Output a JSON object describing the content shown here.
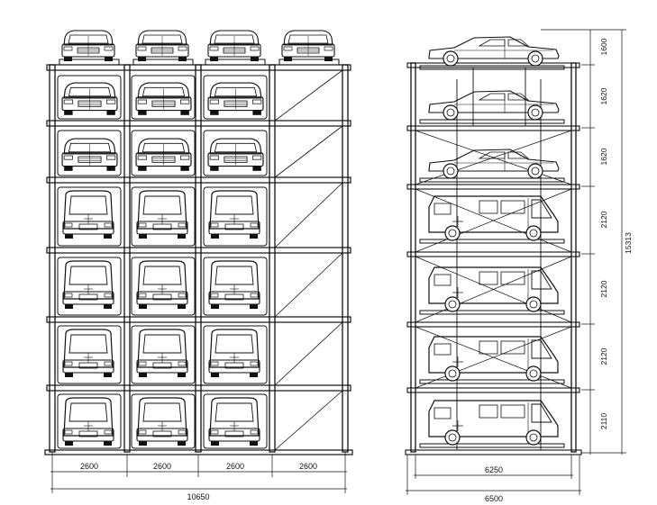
{
  "front_view": {
    "bay_widths": [
      "2600",
      "2600",
      "2600",
      "2600"
    ],
    "total_width": "10650",
    "levels": 7,
    "columns": 4
  },
  "side_view": {
    "level_heights": [
      "1600",
      "1620",
      "1620",
      "2120",
      "2120",
      "2120",
      "2110"
    ],
    "total_height": "15313",
    "inner_width": "6250",
    "outer_width": "6500",
    "vehicle_types": [
      "sedan",
      "sedan",
      "sedan",
      "van",
      "van",
      "van",
      "van"
    ]
  }
}
